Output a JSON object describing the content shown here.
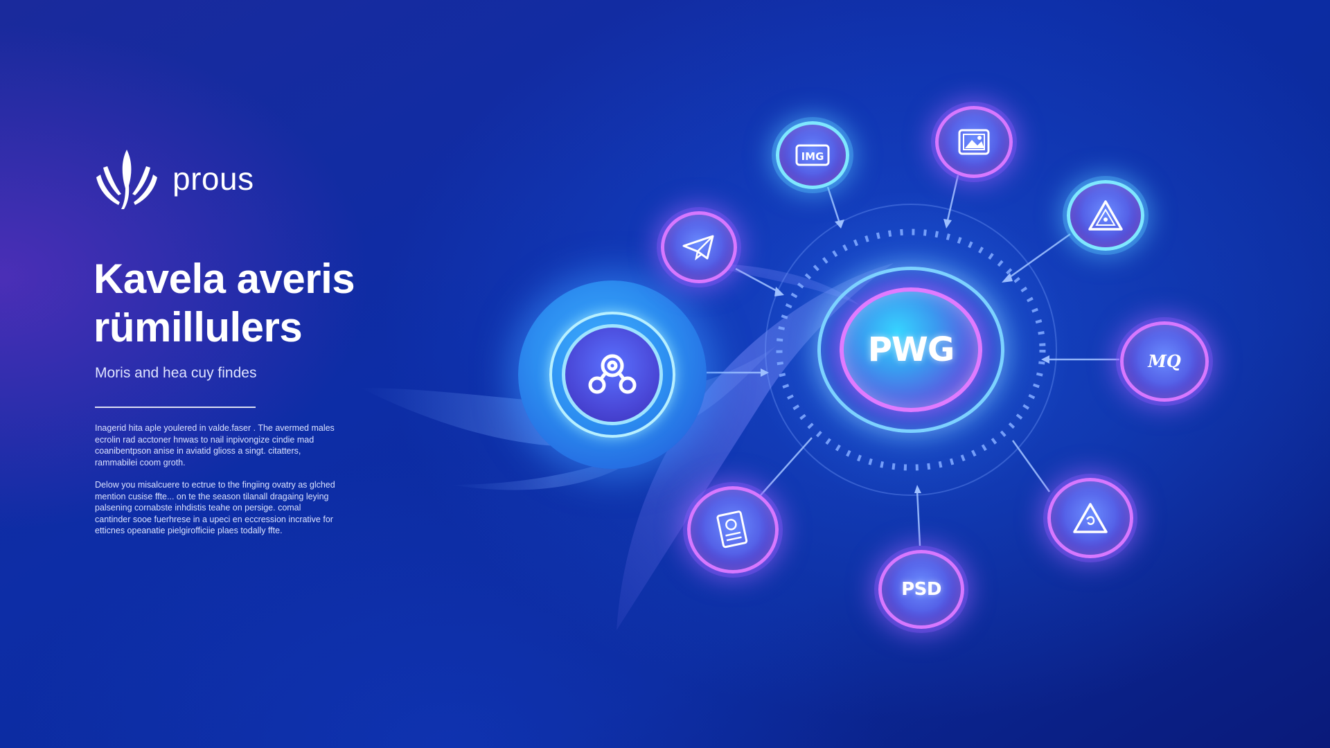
{
  "brand": {
    "name": "prous"
  },
  "headline": {
    "line1": "Kavela averis",
    "line2": "rümillulers"
  },
  "subtitle": "Moris and hea cuy findes",
  "paragraph1": [
    "Inagerid hita aple youlered in valde.faser . The avermed males",
    "ecrolin rad acctoner hnwas to nail inpivongize cindie mad",
    "coanibentpson anise in aviatid glioss a singt. citatters,",
    "rammabilei coom groth."
  ],
  "paragraph2": [
    "Delow you misalcuere to ectrue to the fingiing ovatry as glched",
    "mention cusise ffte... on te the season tilanall dragaing leying",
    "palsening cornabste inhdistis teahe on persige. comal",
    "cantinder sooe fuerhrese in a upeci en eccression incrative for",
    "etticnes opeanatie pielgirofficiie plaes todally ffte."
  ],
  "diagram": {
    "hub_label": "PWG",
    "nodes": [
      {
        "id": "top-left",
        "label": "IMG",
        "icon": "file-image-icon"
      },
      {
        "id": "top-right",
        "label": "",
        "icon": "image-frame-icon"
      },
      {
        "id": "upper-left",
        "label": "",
        "icon": "paper-plane-icon"
      },
      {
        "id": "upper-right",
        "label": "",
        "icon": "warning-triangle-icon"
      },
      {
        "id": "right",
        "label": "MQ",
        "icon": "script-text-icon"
      },
      {
        "id": "lower-right",
        "label": "",
        "icon": "warning-triangle-icon"
      },
      {
        "id": "bottom",
        "label": "PSD",
        "icon": "psd-file-icon"
      },
      {
        "id": "lower-left",
        "label": "",
        "icon": "document-icon"
      }
    ],
    "source_icon": "link-nodes-icon"
  },
  "colors": {
    "background": "#0d2da6",
    "accent_cyan": "#7ad9ff",
    "accent_magenta": "#d878ff"
  }
}
